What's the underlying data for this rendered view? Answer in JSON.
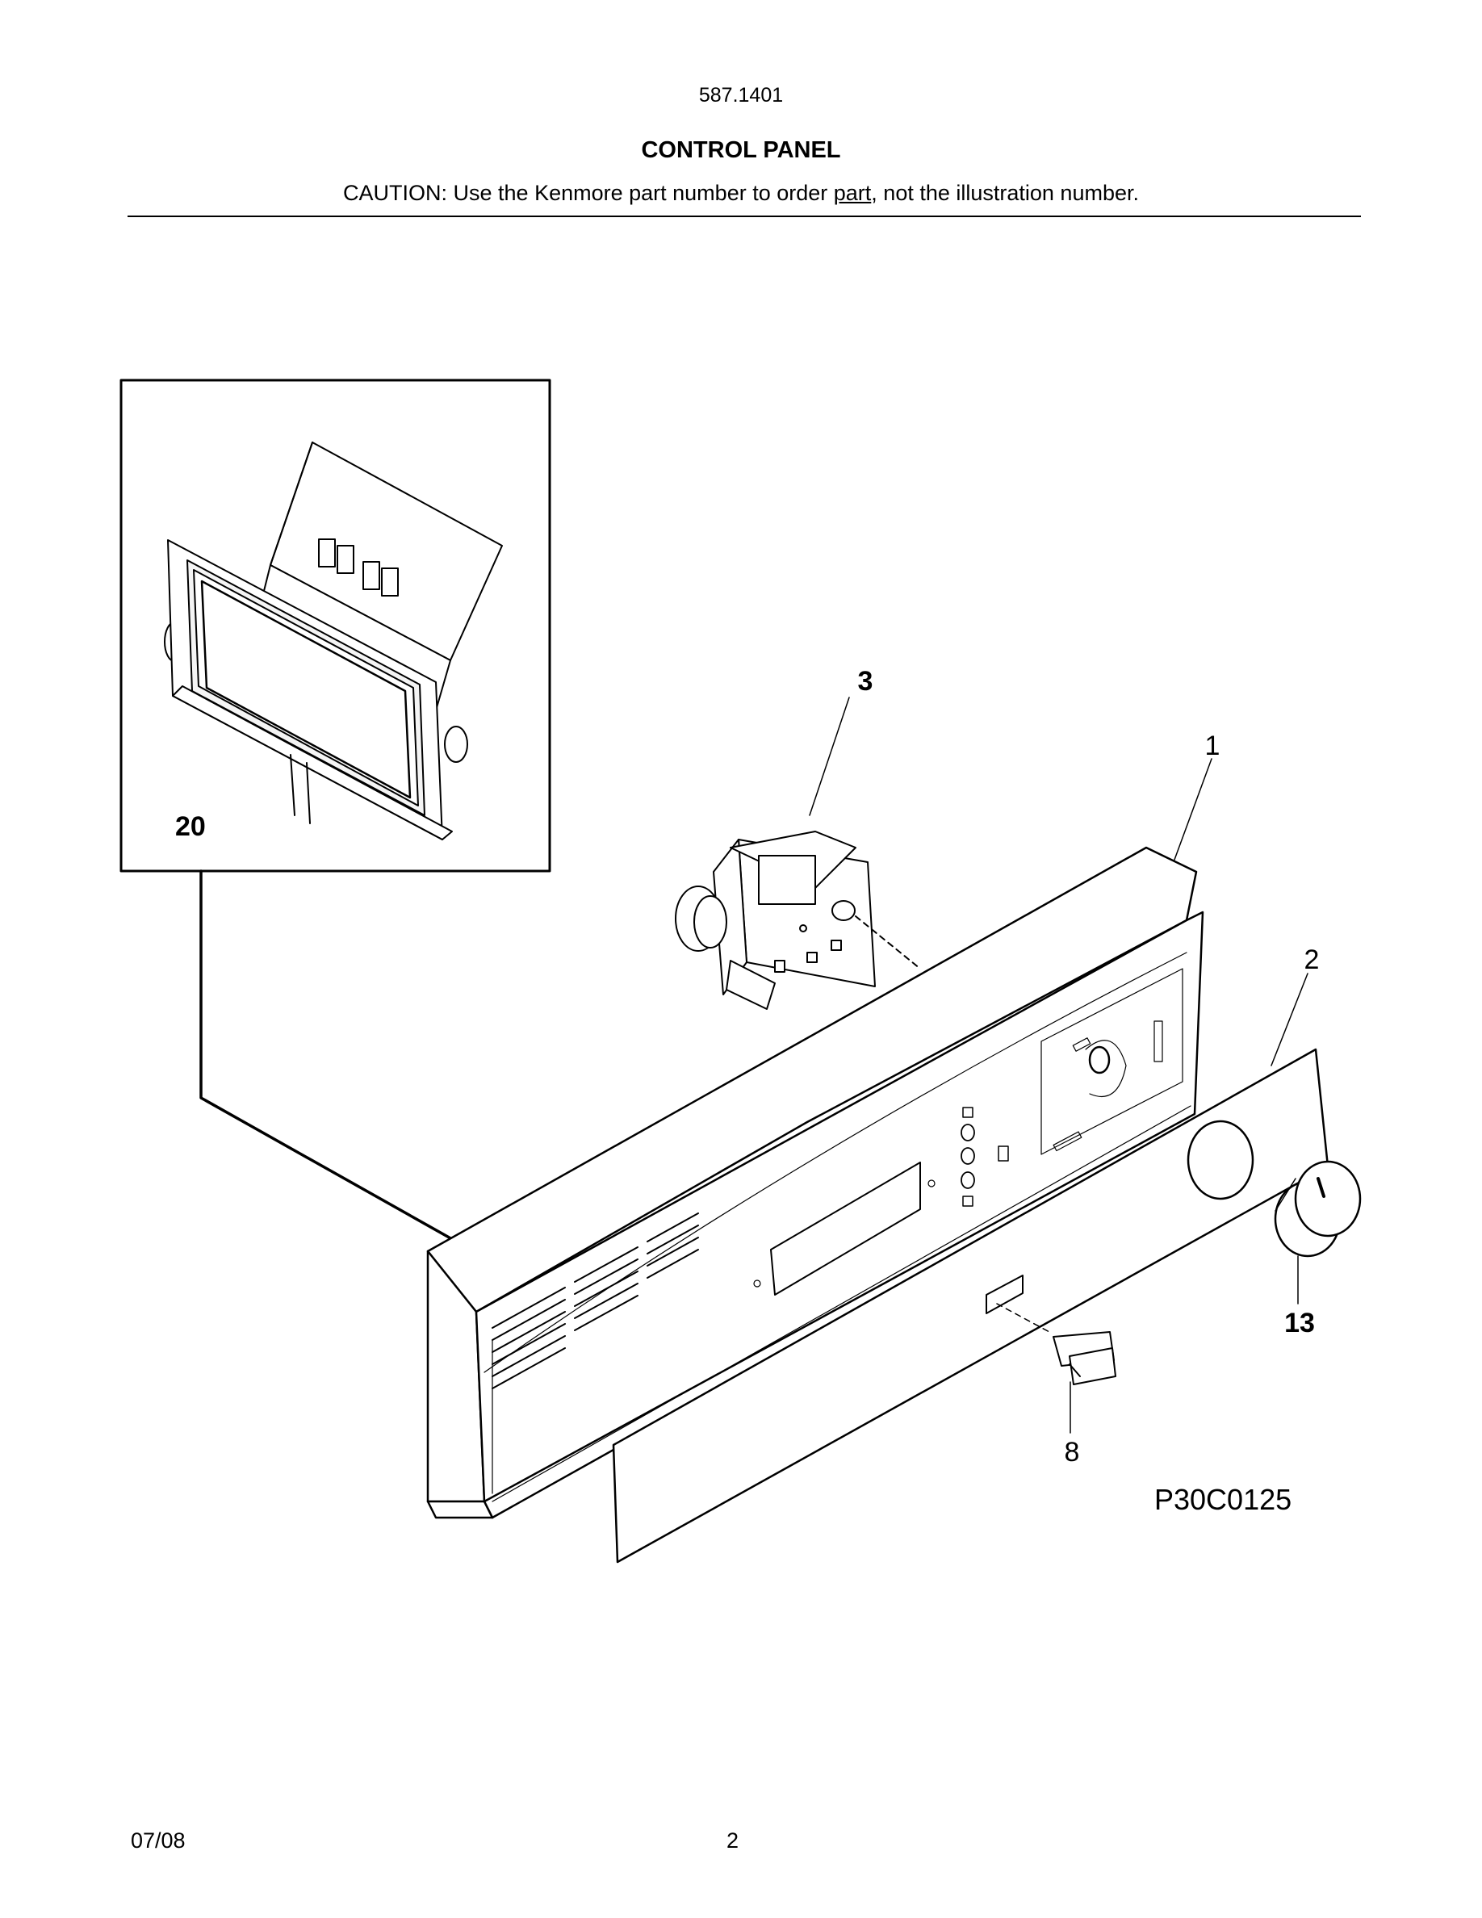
{
  "header": {
    "model_number": "587.1401",
    "title": "CONTROL PANEL",
    "caution_before": "CAUTION: Use the Kenmore part number to order ",
    "caution_underlined": "part",
    "caution_after": ", not the illustration number."
  },
  "diagram": {
    "callouts": {
      "c20": "20",
      "c3": "3",
      "c1": "1",
      "c2": "2",
      "c13": "13",
      "c8": "8"
    },
    "diagram_id": "P30C0125"
  },
  "footer": {
    "date": "07/08",
    "page": "2"
  }
}
